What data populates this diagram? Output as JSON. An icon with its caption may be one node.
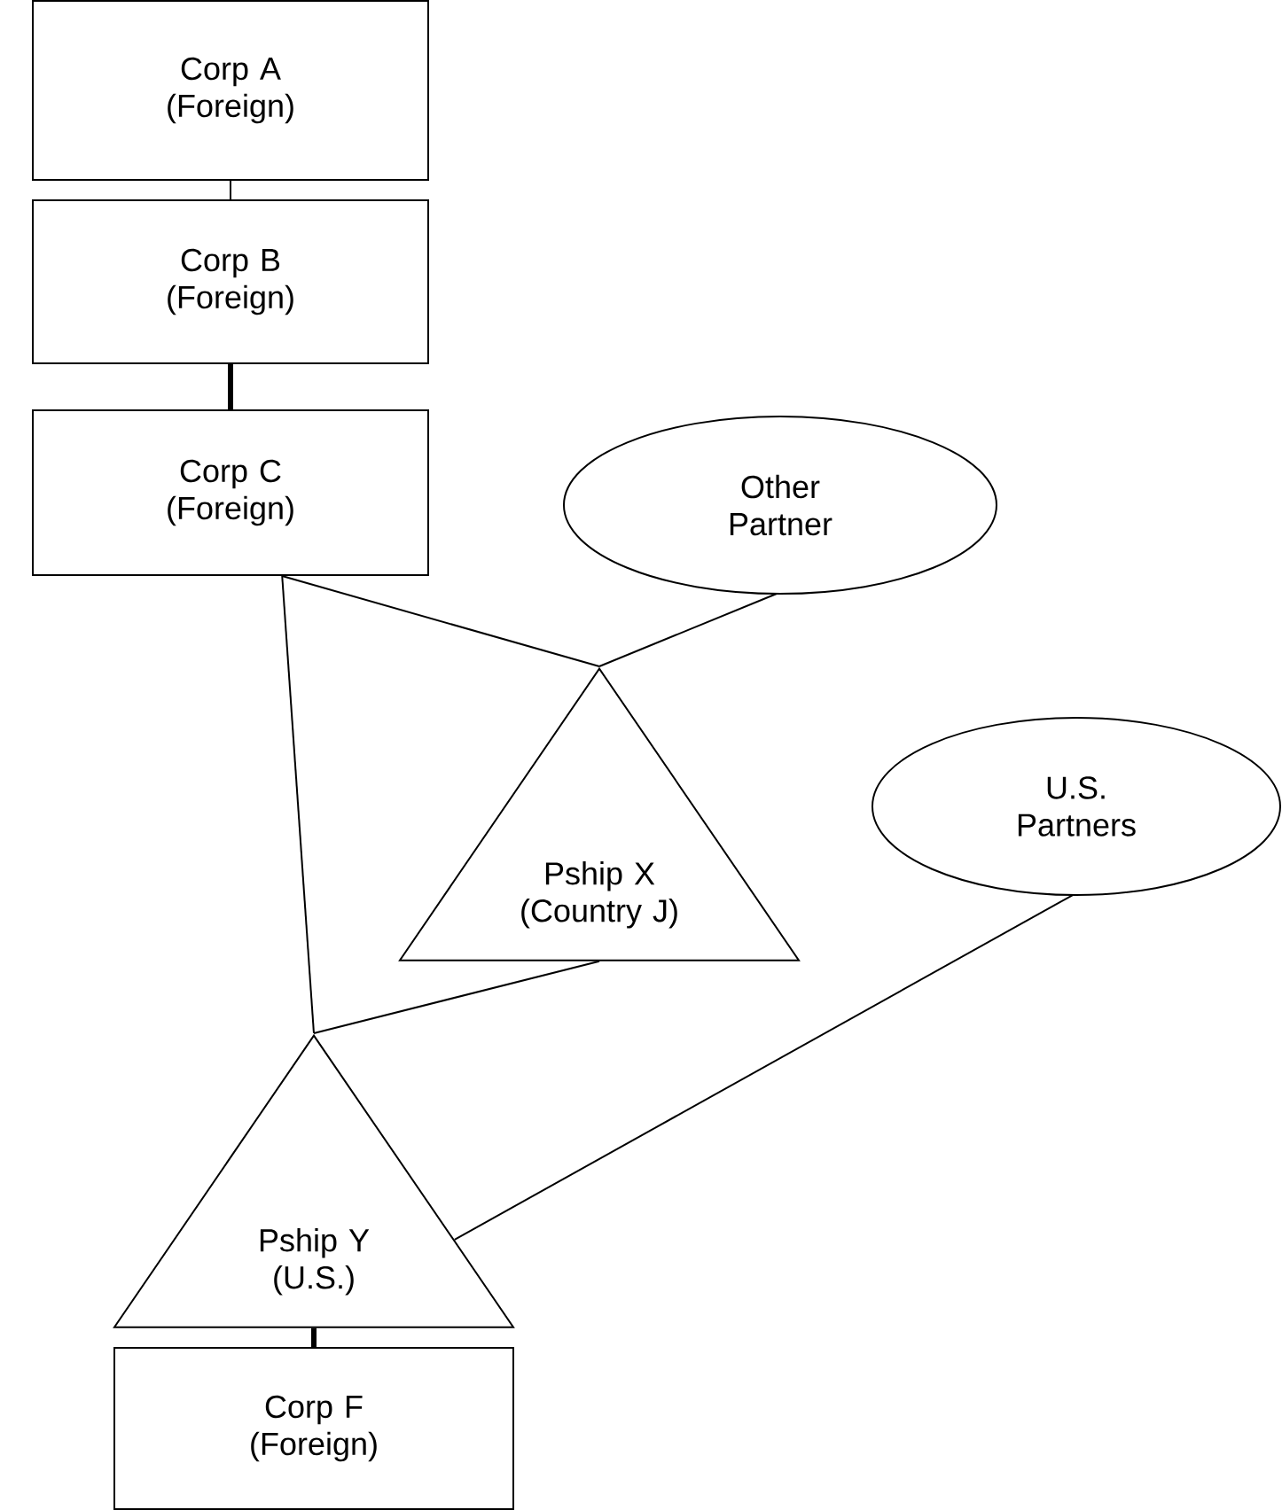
{
  "diagram": {
    "nodes": [
      {
        "text": [
          "Corp A (Foreign)"
        ]
      },
      {
        "text": [
          "Corp B (Foreign)"
        ]
      },
      {
        "text": [
          "Corp C (Foreign)"
        ]
      },
      {
        "text": [
          "Other Partner"
        ]
      },
      {
        "text": [
          "Pship X (Country J)"
        ]
      },
      {
        "text": [
          "U.S. Partners"
        ]
      },
      {
        "text": [
          "Pship Y (U.S.)"
        ]
      },
      {
        "text": [
          "Corp F (Foreign)"
        ]
      }
    ],
    "edges": [
      {
        "from": 0,
        "to": 1,
        "arrow": "none"
      },
      {
        "from": 1,
        "to": 2,
        "arrow": "none",
        "style": "thick"
      },
      {
        "from": 2,
        "to": 4,
        "arrow": "none"
      },
      {
        "from": 3,
        "to": 4,
        "arrow": "none"
      },
      {
        "from": 2,
        "to": 6,
        "arrow": "none"
      },
      {
        "from": 4,
        "to": 6,
        "arrow": "none"
      },
      {
        "from": 5,
        "to": 6,
        "arrow": "none"
      },
      {
        "from": 6,
        "to": 7,
        "arrow": "none",
        "style": "thick"
      }
    ]
  }
}
